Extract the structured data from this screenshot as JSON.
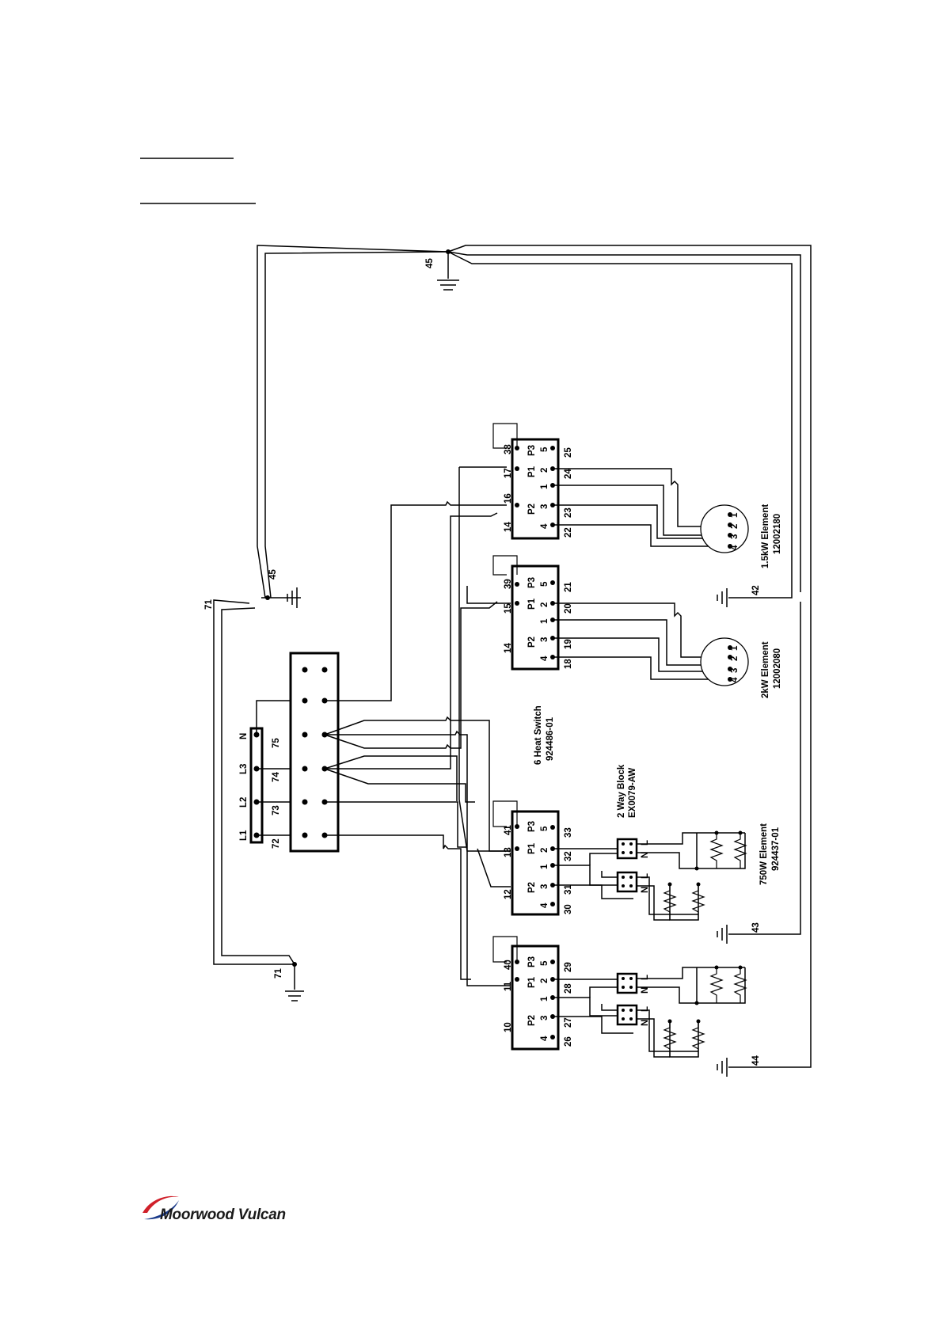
{
  "title_lines": [
    "",
    ""
  ],
  "supply": {
    "phases": [
      "L1",
      "L2",
      "L3",
      "N"
    ],
    "wires": [
      "72",
      "73",
      "74",
      "75"
    ]
  },
  "switch": {
    "name": "6 Heat Switch",
    "part": "924486-01"
  },
  "block": {
    "name": "2 Way Block",
    "part": "EX0079-AW"
  },
  "elements": [
    {
      "name": "1.5kW Element",
      "part": "12002180"
    },
    {
      "name": "2kW Element",
      "part": "12002080"
    },
    {
      "name": "750W Element",
      "part": "924437-01"
    }
  ],
  "earth_wires": {
    "top": "45",
    "mid": "45",
    "left_a": "71",
    "left_b": "71",
    "e42": "42",
    "e43": "43",
    "e44": "44"
  },
  "switch_pins": [
    "P1",
    "P2",
    "P3",
    "1",
    "2",
    "3",
    "4",
    "5"
  ],
  "element_pins": [
    "1",
    "2",
    "3",
    "4"
  ],
  "block_pins": [
    "L",
    "N"
  ],
  "sw1": {
    "w_top": "38",
    "w_p1": "17",
    "w_p2": "16",
    "w_4": "14",
    "w_r2": "25",
    "w_r1": "24",
    "w_r3": "23",
    "w_r4": "22"
  },
  "sw2": {
    "w_top": "39",
    "w_p1": "15",
    "w_4": "14",
    "w_r2": "21",
    "w_r1": "20",
    "w_r3": "19",
    "w_r4": "18"
  },
  "sw3": {
    "w_top": "41",
    "w_p1": "13",
    "w_4": "12",
    "w_r2": "33",
    "w_r1": "32",
    "w_r3": "31",
    "w_r4": "30"
  },
  "sw4": {
    "w_top": "40",
    "w_p1": "11",
    "w_4": "10",
    "w_r2": "29",
    "w_r1": "28",
    "w_r3": "27",
    "w_r4": "26"
  },
  "brand": {
    "name": "Moorwood Vulcan",
    "accent": "#d0202a",
    "secondary": "#1a3a8a"
  }
}
